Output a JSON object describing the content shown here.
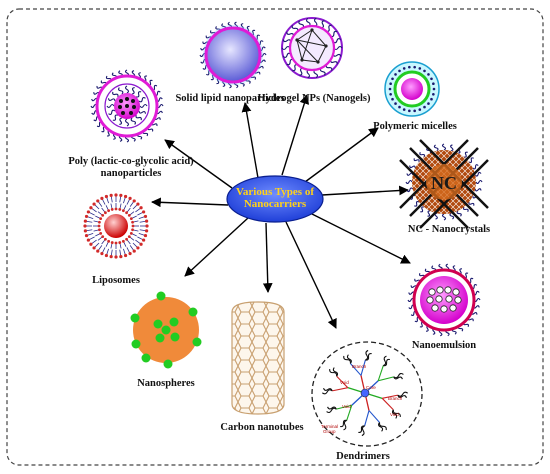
{
  "center": {
    "line1": "Various Types of",
    "line2": "Nanocarriers"
  },
  "labels": {
    "sln": "Solid lipid nanoparticles",
    "hydrogel": "Hydrogel NPs (Nanogels)",
    "micelles": "Polymeric micelles",
    "plga_1": "Poly (lactic-co-glycolic acid)",
    "plga_2": "nanoparticles",
    "nanocrystals": "NC - Nanocrystals",
    "nc_mark": "NC",
    "liposomes": "Liposomes",
    "nanoemulsion": "Nanoemulsion",
    "nanospheres": "Nanospheres",
    "cnt": "Carbon nanotubes",
    "dendrimers": "Dendrimers"
  },
  "dendrimer_parts": {
    "branch": "Branch",
    "core": "Core",
    "void": "Void",
    "terminal_1": "Terminal",
    "terminal_2": "Group"
  },
  "colors": {
    "ellipse_fill": "#1f3fd8",
    "ellipse_text": "#ffd21a",
    "magenta": "#e01bd6",
    "orange": "#f08a3a",
    "green": "#22cc22",
    "tube": "#c8a070",
    "lipid_head": "#d22a2a",
    "arrow": "#000000",
    "border": "#444444"
  }
}
